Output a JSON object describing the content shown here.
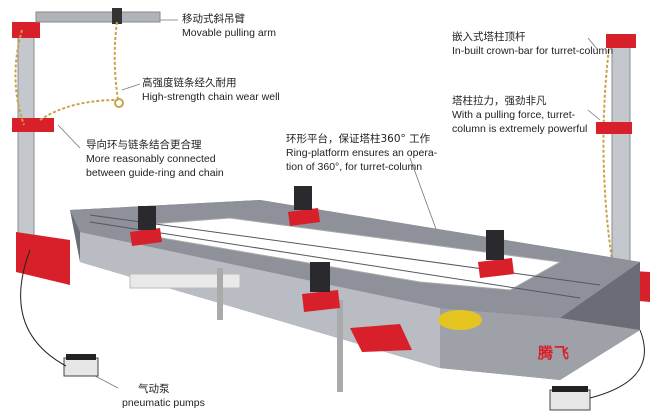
{
  "annotations": {
    "pulling_arm": {
      "cn": "移动式斜吊臂",
      "en": "Movable pulling arm"
    },
    "chain": {
      "cn": "高强度链条经久耐用",
      "en": "High-strength chain wear well"
    },
    "guide_ring": {
      "cn": "导向环与链条结合更合理",
      "en1": "More reasonably connected",
      "en2": "between guide-ring and chain"
    },
    "crown_bar": {
      "cn": "嵌入式塔柱顶杆",
      "en": "In-built crown-bar for turret-column"
    },
    "pulling_force": {
      "cn": "塔柱拉力，强劲非凡",
      "en1": "With a pulling force, turret-",
      "en2": "column is extremely powerful"
    },
    "ring_platform": {
      "cn": "环形平台，保证塔柱360° 工作",
      "en1": "Ring-platform ensures an opera-",
      "en2": "tion of 360°, for turret-column"
    },
    "pumps": {
      "cn": "气动泵",
      "en": "pneumatic pumps"
    }
  },
  "brand_text": "腾飞",
  "colors": {
    "frame_gray": "#b9bcc2",
    "deck_dark": "#5b5e66",
    "accent_red": "#d8202a",
    "chain_gold": "#c9a24a"
  },
  "icons": [
    "turret-column-icon",
    "clamp-icon",
    "pump-icon",
    "flags-icon"
  ]
}
